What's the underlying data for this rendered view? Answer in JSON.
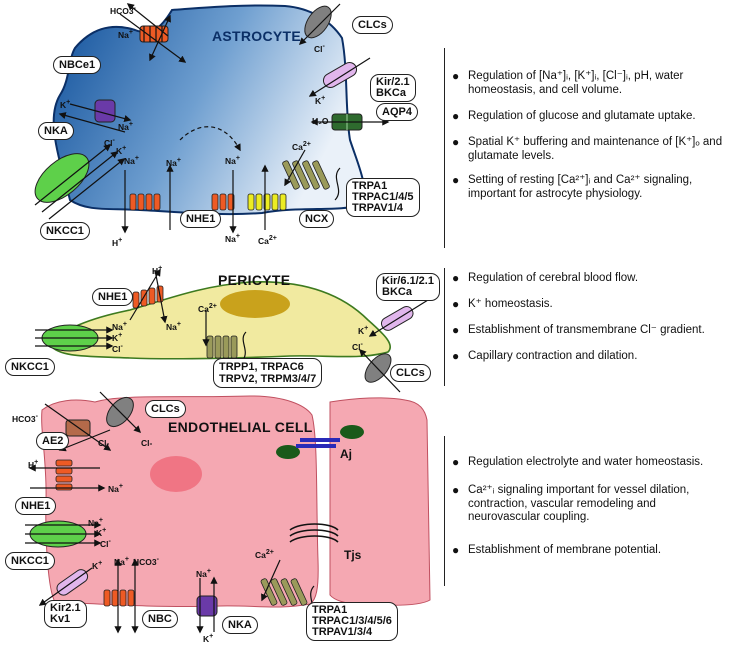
{
  "cells": {
    "astrocyte": "ASTROCYTE",
    "pericyte": "PERICYTE",
    "endothelial": "ENDOTHELIAL CELL"
  },
  "astrocyte": {
    "tags": {
      "nbce1": "NBCe1",
      "nka": "NKA",
      "nkcc1": "NKCC1",
      "nhe1": "NHE1",
      "ncx": "NCX",
      "clcs": "CLCs",
      "kir": "Kir/2.1",
      "bkca": "BKCa",
      "aqp4": "AQP4",
      "trp1": "TRPA1",
      "trp2": "TRPAC1/4/5",
      "trp3": "TRPAV1/4"
    },
    "ions": {
      "hco3": "HCO3",
      "na_top": "Na",
      "k_nka": "K",
      "na_nka": "Na",
      "cl_nkcc": "Cl",
      "k_nkcc": "K",
      "na_nkcc": "Na",
      "h_nhe": "H",
      "na_nhe": "Na",
      "na_ncx_in": "Na",
      "na_ncx": "Na",
      "ca_ncx": "Ca",
      "cl_clcs": "Cl",
      "k_kir": "K",
      "h2o": "H₂O",
      "ca_trp": "Ca"
    },
    "bullets": [
      "Regulation of [Na⁺]ᵢ, [K⁺]ᵢ, [Cl⁻]ᵢ, pH, water homeostasis, and cell volume.",
      "Regulation of glucose and glutamate uptake.",
      "Spatial K⁺ buffering and maintenance of [K⁺]ₒ and glutamate levels.",
      "Setting of resting [Ca²⁺]ᵢ and Ca²⁺ signaling, important for astrocyte physiology."
    ]
  },
  "pericyte": {
    "tags": {
      "nhe1": "NHE1",
      "nkcc1": "NKCC1",
      "kir": "Kir/6.1/2.1",
      "bkca": "BKCa",
      "clcs": "CLCs",
      "trp1": "TRPP1, TRPAC6",
      "trp2": "TRPV2, TRPM3/4/7"
    },
    "ions": {
      "h": "H",
      "na_nhe": "Na",
      "na_nkcc": "Na",
      "k_nkcc": "K",
      "cl_nkcc": "Cl",
      "ca": "Ca",
      "k_kir": "K",
      "cl_clcs": "Cl"
    },
    "bullets": [
      "Regulation of cerebral blood flow.",
      "K⁺ homeostasis.",
      "Establishment of transmembrane Cl⁻ gradient.",
      "Capillary contraction and dilation."
    ]
  },
  "endothelial": {
    "tags": {
      "ae2": "AE2",
      "clcs": "CLCs",
      "nhe1": "NHE1",
      "nkcc1": "NKCC1",
      "kir": "Kir2.1",
      "kv": "Kv1",
      "nbc": "NBC",
      "nka": "NKA",
      "aj": "Aj",
      "tjs": "Tjs",
      "trp1": "TRPA1",
      "trp2": "TRPAC1/3/4/5/6",
      "trp3": "TRPAV1/3/4"
    },
    "ions": {
      "hco3": "HCO3",
      "cl_ae2": "Cl-",
      "cl_clcs": "Cl-",
      "h": "H",
      "na_nhe": "Na",
      "na_nkcc": "Na",
      "k_nkcc": "K",
      "cl_nkcc": "Cl",
      "k_kir": "K",
      "na_nbc": "Na",
      "hco3_nbc": "HCO3",
      "na_nka": "Na",
      "k_nka": "K",
      "ca_trp": "Ca"
    },
    "bullets": [
      "Regulation electrolyte and water homeostasis.",
      "Ca²⁺ᵢ signaling important for vessel dilation, contraction, vascular remodeling and neurovascular coupling.",
      "Establishment of membrane potential."
    ]
  },
  "colors": {
    "astro_dark": "#1f5fa8",
    "astro_light": "#d9e6f4",
    "pericyte_fill": "#f1eaa0",
    "pericyte_nucleus": "#c9a21c",
    "endo_fill": "#f5a8b2",
    "endo_nucleus": "#f07584",
    "nkcc_green": "#5ed04a",
    "exchanger_orange": "#ee5a24",
    "ncx_yellow": "#ecec22",
    "trp_olive": "#9a9a5a",
    "kir_violet": "#e1b6ec",
    "nka_purple": "#6a3aa8",
    "aqp_green": "#2e6a2e",
    "clc_grey": "#808080",
    "ae2_brown": "#b46a4a",
    "aj_blue": "#2a2ab8",
    "aj_green": "#1a5a1a"
  }
}
